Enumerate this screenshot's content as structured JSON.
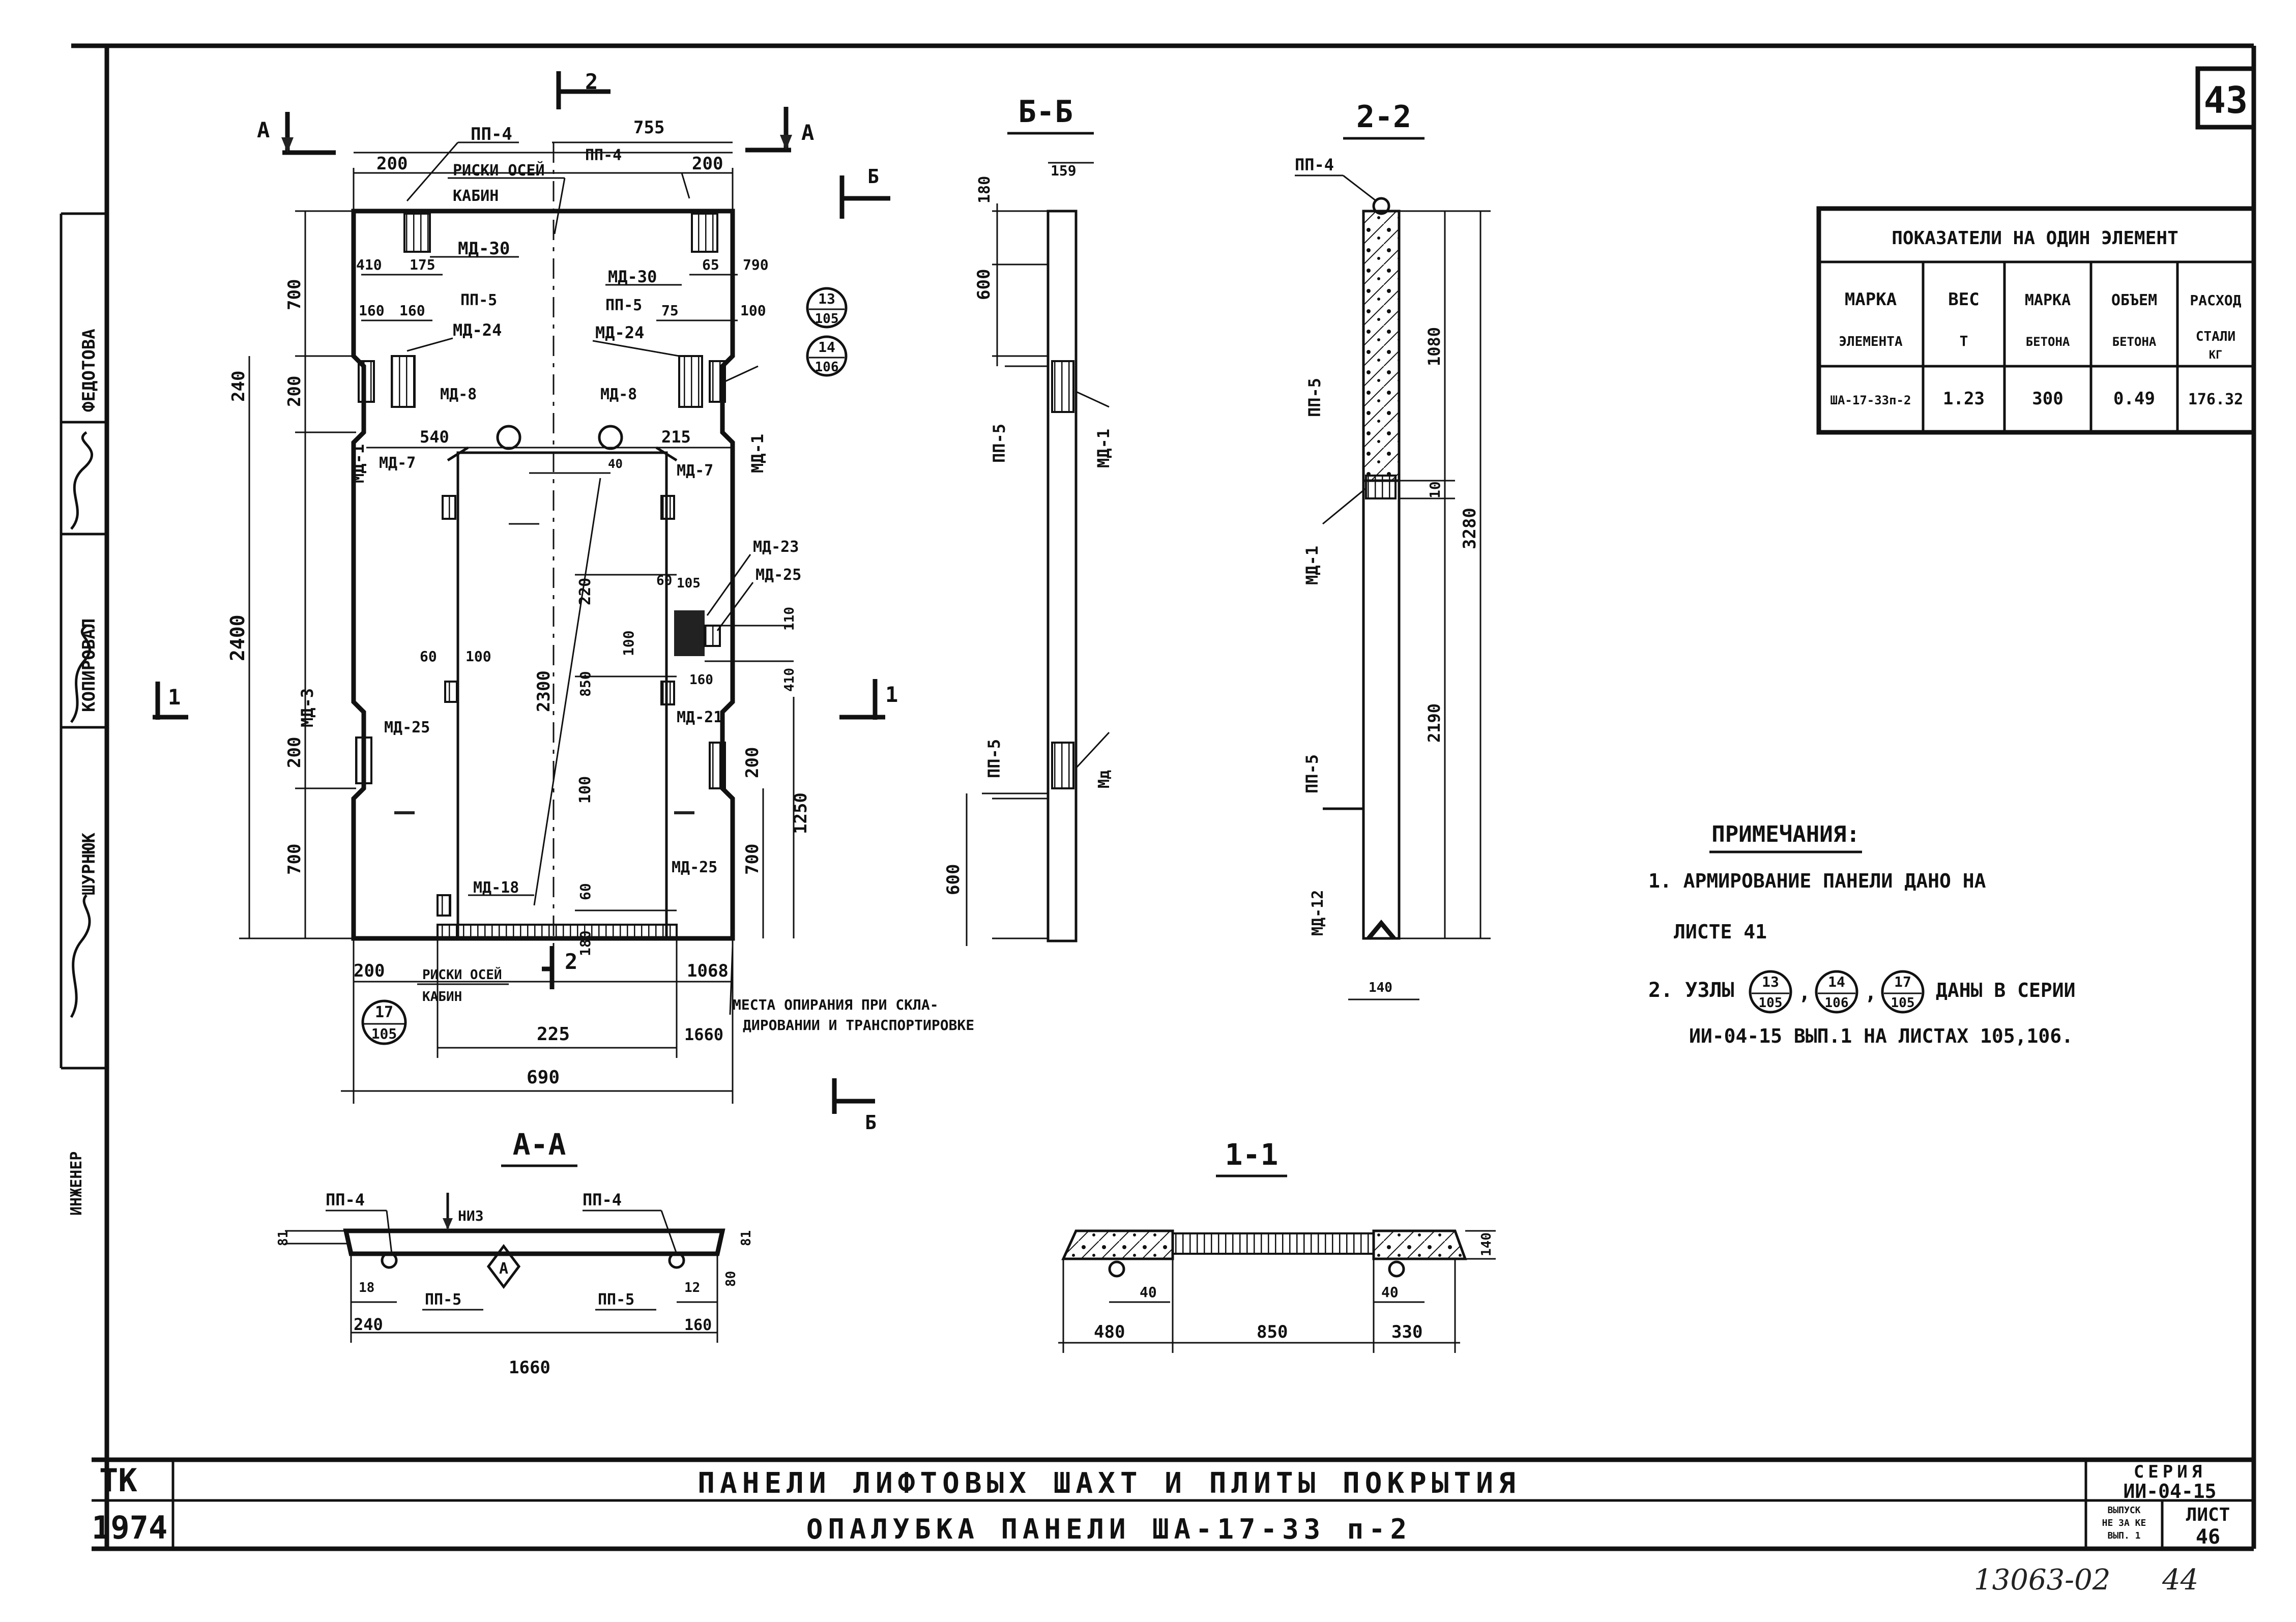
{
  "sheet": {
    "number": "43",
    "bottom_note": "13063-02",
    "bottom_note_2": "44"
  },
  "side_stamp": {
    "labels": [
      "ИНЖЕНЕР",
      "ШУРНЮК",
      "КОПИРОВАЛ",
      "ФЕДОТОВА"
    ]
  },
  "main_view": {
    "section_labels": {
      "a": "А",
      "b": "Б",
      "s1": "1",
      "s2": "2"
    },
    "dims": [
      "200",
      "755",
      "200",
      "700",
      "240",
      "200",
      "2400",
      "700",
      "200",
      "2300",
      "1250",
      "700",
      "200",
      "200",
      "1068",
      "225",
      "1660",
      "690",
      "540",
      "215",
      "410",
      "175",
      "160",
      "160",
      "75",
      "100",
      "65",
      "790",
      "220",
      "100",
      "850",
      "100",
      "60",
      "110",
      "410",
      "180",
      "60",
      "60",
      "40",
      "100",
      "160"
    ],
    "labels": {
      "pp4_left": "ПП-4",
      "pp4_right": "ПП-4",
      "riski_top_1": "РИСКИ ОСЕЙ",
      "riski_top_2": "КАБИН",
      "ma30_left": "МД-30",
      "ma30_right": "МД-30",
      "pp5_left": "ПП-5",
      "pp5_right": "ПП-5",
      "ma24_left": "МД-24",
      "ma24_right": "МД-24",
      "ma1_left": "МД-1",
      "ma1_right": "МД-1",
      "ma8_left": "МД-8",
      "ma8_right": "МД-8",
      "ma7_left": "МД-7",
      "ma7_right": "МД-7",
      "ma23": "МД-23",
      "ma25_right": "МД-25",
      "ma25_left": "МД-25",
      "ma3": "МД-3",
      "ma21": "МД-21",
      "ma25_bottom": "МД-25",
      "ma18": "МД-18",
      "riski_bot_1": "РИСКИ ОСЕЙ",
      "riski_bot_2": "КАБИН",
      "support_1": "МЕСТА ОПИРАНИЯ ПРИ СКЛА-",
      "support_2": "ДИРОВАНИИ И ТРАНСПОРТИРОВКЕ",
      "node105": "105"
    },
    "node_callouts": [
      {
        "top": "13",
        "bottom": "105"
      },
      {
        "top": "14",
        "bottom": "106"
      },
      {
        "top": "17",
        "bottom": "105"
      }
    ]
  },
  "section_bb": {
    "title": "Б-Б",
    "dims": [
      "180",
      "159",
      "600",
      "600"
    ],
    "labels": {
      "pp5_top": "ПП-5",
      "pp5_bot": "ПП-5",
      "ma1": "МД-1",
      "ma_bot": "Мд"
    }
  },
  "section_22": {
    "title": "2-2",
    "dims": [
      "1080",
      "10",
      "3280",
      "2190",
      "140"
    ],
    "labels": {
      "pp4": "ПП-4",
      "pp5_top": "ПП-5",
      "ma1": "МД-1",
      "pp5_bot": "ПП-5",
      "ma12": "МД-12"
    }
  },
  "section_aa": {
    "title": "А-А",
    "dims": [
      "81",
      "18",
      "240",
      "1660",
      "81",
      "80",
      "12",
      "160"
    ],
    "labels": {
      "pp4_left": "ПП-4",
      "mid": "НИЗ",
      "pp4_right": "ПП-4",
      "pp5_left": "ПП-5",
      "pp5_right": "ПП-5",
      "marker": "А"
    }
  },
  "section_11": {
    "title": "1-1",
    "dims": [
      "480",
      "850",
      "330",
      "40",
      "40",
      "140"
    ]
  },
  "indicators_table": {
    "title": "ПОКАЗАТЕЛИ НА ОДИН ЭЛЕМЕНТ",
    "headers": [
      [
        "МАРКА",
        "ЭЛЕМЕНТА"
      ],
      [
        "ВЕС",
        "Т"
      ],
      [
        "МАРКА",
        "БЕТОНА"
      ],
      [
        "ОБЪЕМ",
        "БЕТОНА"
      ],
      [
        "РАСХОД",
        "СТАЛИ",
        "КГ"
      ]
    ],
    "row": [
      "ША-17-33п-2",
      "1.23",
      "300",
      "0.49",
      "176.32"
    ]
  },
  "notes": {
    "title": "ПРИМЕЧАНИЯ:",
    "line1": "1. АРМИРОВАНИЕ ПАНЕЛИ ДАНО НА",
    "line1b": "ЛИСТЕ 41",
    "line2a": "2. УЗЛЫ",
    "line2b": "ДАНЫ В СЕРИИ",
    "line2c": "ИИ-04-15 ВЫП.1 НА ЛИСТАХ 105,106.",
    "sep": ","
  },
  "title_block": {
    "left_top": "ТК",
    "left_bot": "1974",
    "title1": "ПАНЕЛИ ЛИФТОВЫХ ШАХТ И ПЛИТЫ ПОКРЫТИЯ",
    "title2": "ОПАЛУБКА ПАНЕЛИ ША-17-33 п-2",
    "series_label": "СЕРИЯ",
    "series_value": "ИИ-04-15",
    "issue_label_1": "ВЫПУСК",
    "issue_label_2": "НЕ ЗА КЕ",
    "issue_label_3": "ВЫП. 1",
    "sheet_label": "ЛИСТ",
    "sheet_value": "46"
  }
}
